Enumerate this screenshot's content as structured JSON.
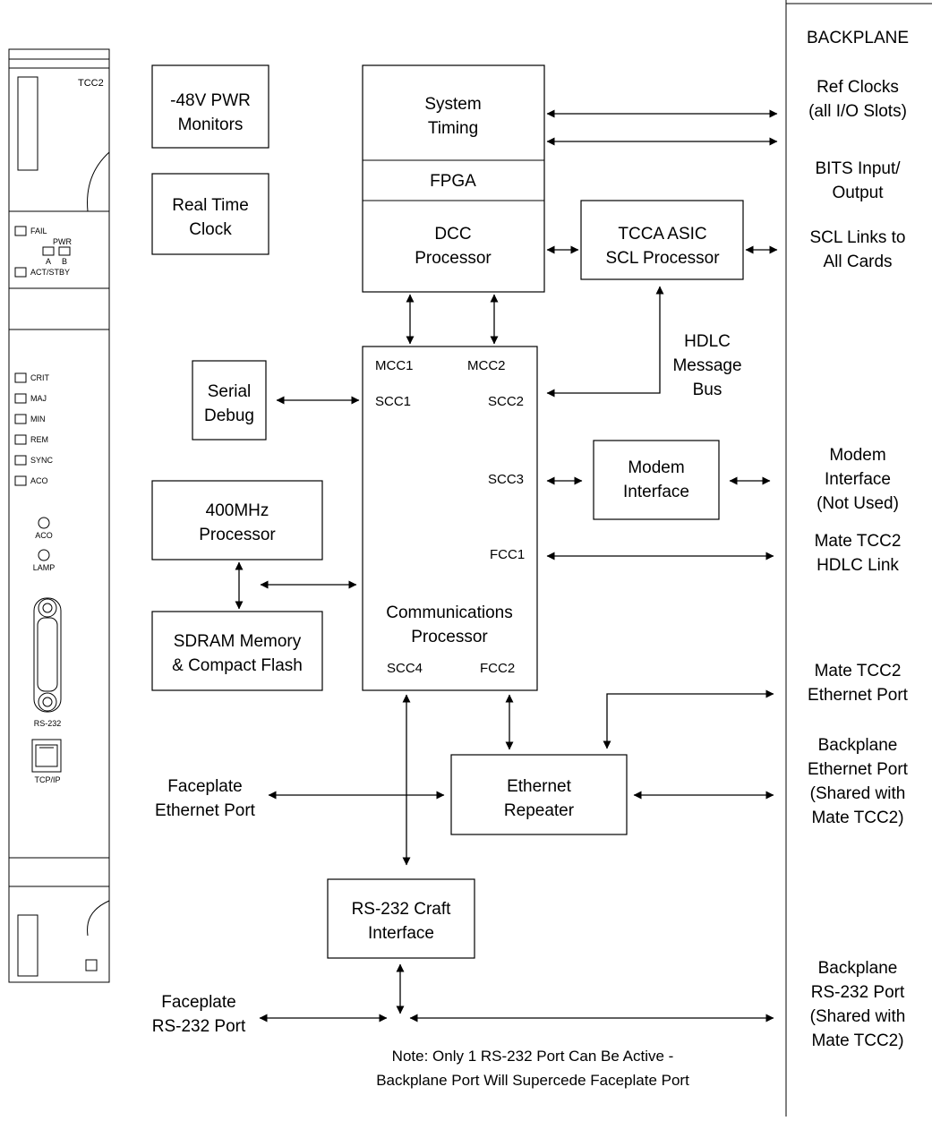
{
  "faceplate": {
    "card_name": "TCC2",
    "leds_top": [
      "FAIL",
      "ACT/STBY"
    ],
    "pwr_label": "PWR",
    "pwr_a": "A",
    "pwr_b": "B",
    "alarm_leds": [
      "CRIT",
      "MAJ",
      "MIN",
      "REM",
      "SYNC",
      "ACO"
    ],
    "aco_button": "ACO",
    "lamp_button": "LAMP",
    "rs232_label": "RS-232",
    "tcpip_label": "TCP/IP"
  },
  "blocks": {
    "pwr_monitors": [
      "-48V PWR",
      "Monitors"
    ],
    "rtc": [
      "Real Time",
      "Clock"
    ],
    "system_timing": [
      "System",
      "Timing"
    ],
    "fpga": "FPGA",
    "dcc": [
      "DCC",
      "Processor"
    ],
    "tcca": [
      "TCCA ASIC",
      "SCL Processor"
    ],
    "serial_debug": [
      "Serial",
      "Debug"
    ],
    "processor_400": [
      "400MHz",
      "Processor"
    ],
    "sdram": [
      "SDRAM Memory",
      "& Compact Flash"
    ],
    "modem": [
      "Modem",
      "Interface"
    ],
    "ethernet_repeater": [
      "Ethernet",
      "Repeater"
    ],
    "rs232_craft": [
      "RS-232 Craft",
      "Interface"
    ]
  },
  "comm_processor": {
    "title": [
      "Communications",
      "Processor"
    ],
    "ports": {
      "mcc1": "MCC1",
      "mcc2": "MCC2",
      "scc1": "SCC1",
      "scc2": "SCC2",
      "scc3": "SCC3",
      "fcc1": "FCC1",
      "scc4": "SCC4",
      "fcc2": "FCC2"
    }
  },
  "hdlc_bus": [
    "HDLC",
    "Message",
    "Bus"
  ],
  "faceplate_ethernet": [
    "Faceplate",
    "Ethernet Port"
  ],
  "faceplate_rs232": [
    "Faceplate",
    "RS-232 Port"
  ],
  "note": [
    "Note:  Only 1 RS-232 Port Can Be Active -",
    "Backplane Port Will Supercede Faceplate Port"
  ],
  "backplane": {
    "title": "BACKPLANE",
    "ref_clocks": [
      "Ref Clocks",
      "(all I/O Slots)"
    ],
    "bits": [
      "BITS Input/",
      "Output"
    ],
    "scl_links": [
      "SCL Links to",
      "All Cards"
    ],
    "modem_interface": [
      "Modem",
      "Interface",
      "(Not Used)"
    ],
    "mate_hdlc": [
      "Mate TCC2",
      "HDLC Link"
    ],
    "mate_ethernet": [
      "Mate TCC2",
      "Ethernet Port"
    ],
    "backplane_ethernet": [
      "Backplane",
      "Ethernet Port",
      "(Shared with",
      "Mate TCC2)"
    ],
    "backplane_rs232": [
      "Backplane",
      "RS-232 Port",
      "(Shared with",
      "Mate TCC2)"
    ]
  }
}
